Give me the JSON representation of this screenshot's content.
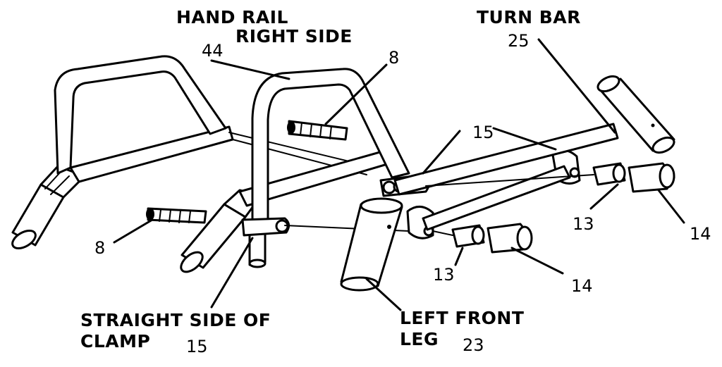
{
  "diagram": {
    "labels": {
      "hand_rail_line1": "HAND RAIL",
      "hand_rail_line2": "RIGHT SIDE",
      "hand_rail_num": "44",
      "turn_bar": "TURN BAR",
      "turn_bar_num": "25",
      "top_bolt_num": "8",
      "top_clamp_num": "15",
      "left_bolt_num": "8",
      "right_washer_num": "13",
      "right_nut_num": "14",
      "lower_washer_num": "13",
      "lower_nut_num": "14",
      "straight_side_line1": "STRAIGHT SIDE OF",
      "straight_side_line2": "CLAMP",
      "straight_side_num": "15",
      "left_front_leg_line1": "LEFT FRONT",
      "left_front_leg_line2": "LEG",
      "left_front_leg_num": "23"
    }
  }
}
